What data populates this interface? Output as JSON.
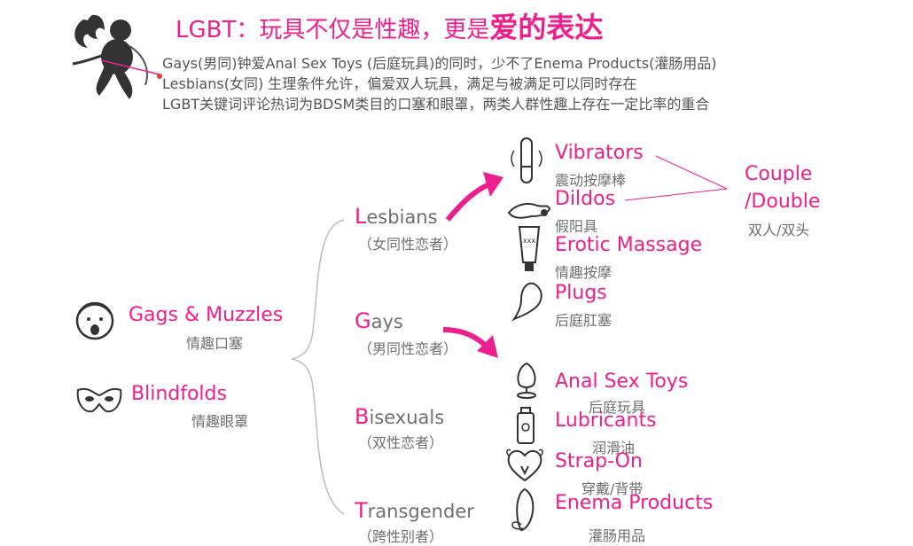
{
  "header": {
    "title_main": "LGBT：玩具不仅是性趣，更是",
    "title_emph": "爱的表达",
    "lines": [
      "Gays(男同)钟爱Anal Sex Toys (后庭玩具)的同时，少不了Enema Products(灌肠用品)",
      "Lesbians(女同) 生理条件允许，偏爱双人玩具，满足与被满足可以同时存在",
      "LGBT关键词评论热词为BDSM类目的口塞和眼罩，两类人群性趣上存在一定比率的重合"
    ]
  },
  "shared": [
    {
      "en": "Gags & Muzzles",
      "cn": "情趣口塞",
      "icon": "face-gag-icon"
    },
    {
      "en": "Blindfolds",
      "cn": "情趣眼罩",
      "icon": "mask-icon"
    }
  ],
  "groups": [
    {
      "initial": "L",
      "rest": "esbians",
      "cn": "（女同性恋者）"
    },
    {
      "initial": "G",
      "rest": "ays",
      "cn": "（男同性恋者）"
    },
    {
      "initial": "B",
      "rest": "isexuals",
      "cn": "（双性恋者）"
    },
    {
      "initial": "T",
      "rest": "ransgender",
      "cn": "（跨性别者）"
    }
  ],
  "lesbian_products": [
    {
      "en": "Vibrators",
      "cn": "震动按摩棒",
      "icon": "vibrator-icon"
    },
    {
      "en": "Dildos",
      "cn": "假阳具",
      "icon": "dildo-icon"
    },
    {
      "en": "Erotic Massage",
      "cn": "情趣按摩",
      "icon": "tube-icon"
    },
    {
      "en": "Plugs",
      "cn": "后庭肛塞",
      "icon": "plug-icon"
    }
  ],
  "couple": {
    "line1": "Couple",
    "line2": "/Double",
    "cn": "双人/双头"
  },
  "gay_products": [
    {
      "en": "Anal Sex Toys",
      "cn": "后庭玩具",
      "icon": "anal-toy-icon"
    },
    {
      "en": "Lubricants",
      "cn": "润滑油",
      "icon": "bottle-icon"
    },
    {
      "en": "Strap-On",
      "cn": "穿戴/背带",
      "icon": "heart-strap-icon"
    },
    {
      "en": "Enema Products",
      "cn": "灌肠用品",
      "icon": "enema-icon"
    }
  ],
  "colors": {
    "accent": "#ec1f8c",
    "text": "#6f6f6f"
  }
}
